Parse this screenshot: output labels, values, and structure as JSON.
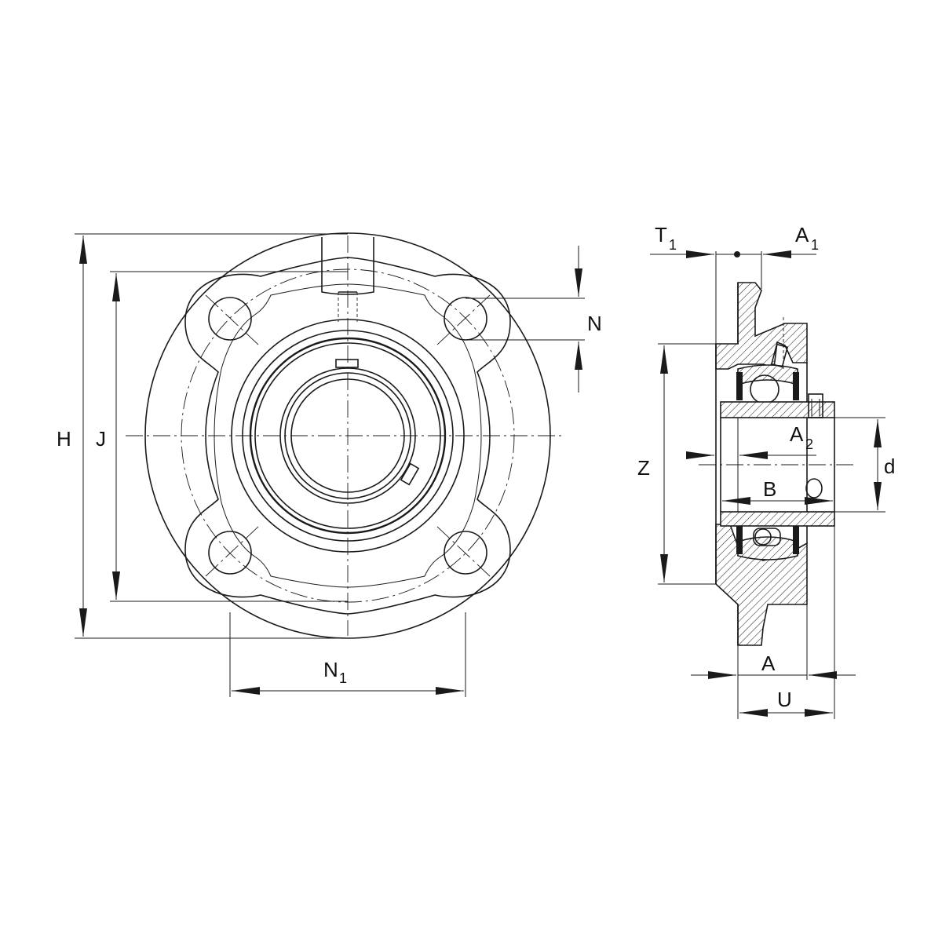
{
  "drawing": {
    "front_view": {
      "labels": {
        "H": "H",
        "J": "J",
        "N": "N",
        "N1_main": "N",
        "N1_sub": "1"
      }
    },
    "side_view": {
      "labels": {
        "T1_main": "T",
        "T1_sub": "1",
        "A1_main": "A",
        "A1_sub": "1",
        "A2_main": "A",
        "A2_sub": "2",
        "Z": "Z",
        "d": "d",
        "B": "B",
        "A": "A",
        "U": "U"
      }
    }
  }
}
